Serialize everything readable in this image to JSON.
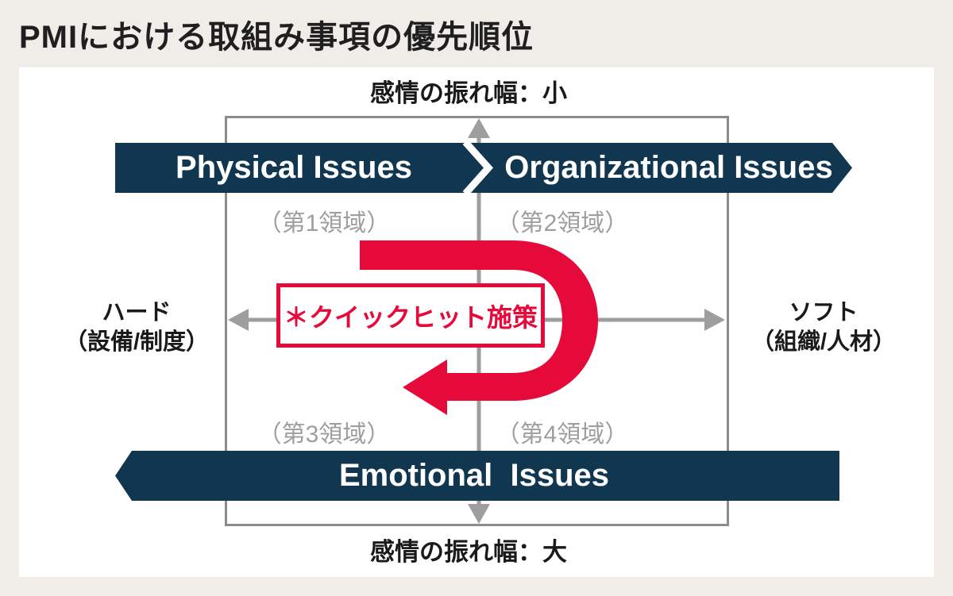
{
  "title": "PMIにおける取組み事項の優先順位",
  "colors": {
    "background": "#f0ede8",
    "panel": "#ffffff",
    "navy": "#11364f",
    "red": "#e60a3a",
    "box_border": "#8c8c8c",
    "axis_gray": "#9e9e9e",
    "quadrant_label_gray": "#9e9e9e",
    "text_black": "#1a1a1a"
  },
  "axes": {
    "top": "感情の振れ幅：小",
    "bottom": "感情の振れ幅：大",
    "left": {
      "line1": "ハード",
      "line2": "（設備/制度）"
    },
    "right": {
      "line1": "ソフト",
      "line2": "（組織/人材）"
    }
  },
  "banners": {
    "physical": "Physical Issues",
    "organizational": "Organizational Issues",
    "emotional": "Emotional  Issues"
  },
  "quadrants": {
    "q1": "（第1領域）",
    "q2": "（第2領域）",
    "q3": "（第3領域）",
    "q4": "（第4領域）"
  },
  "callout": "＊クイックヒット施策"
}
